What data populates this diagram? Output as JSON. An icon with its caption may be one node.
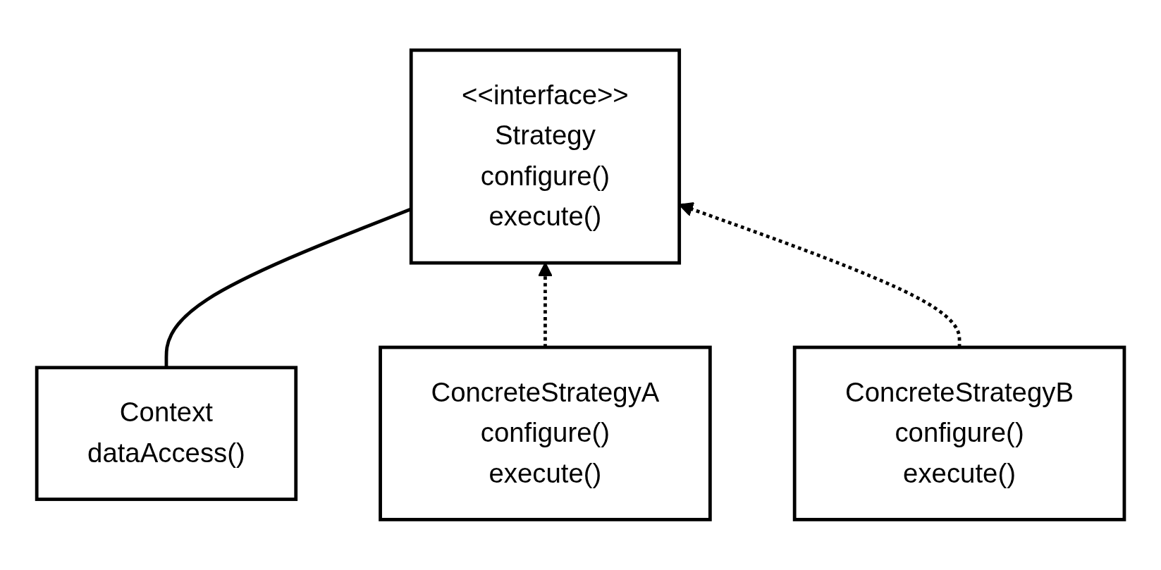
{
  "diagram": {
    "nodes": [
      {
        "text": [
          "Context",
          "dataAccess()"
        ]
      },
      {
        "text": [
          "<<interface>>",
          "Strategy",
          "configure()",
          "execute()"
        ]
      },
      {
        "text": [
          "ConcreteStrategyA",
          "configure()",
          "execute()"
        ]
      },
      {
        "text": [
          "ConcreteStrategyB",
          "configure()",
          "execute()"
        ]
      }
    ],
    "edges": [
      {
        "from": 0,
        "to": 1,
        "arrow": "none"
      },
      {
        "from": 2,
        "to": 1,
        "arrow": "to",
        "style": "dashed"
      },
      {
        "from": 3,
        "to": 1,
        "arrow": "to",
        "style": "dashed"
      }
    ]
  }
}
